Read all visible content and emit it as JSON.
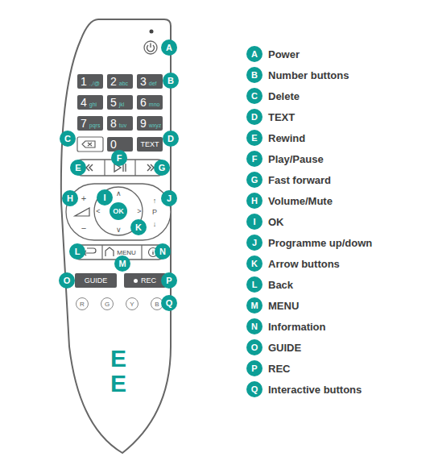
{
  "diagram": {
    "nodes": [
      {
        "text": [
          "1",
          ".,/@"
        ]
      },
      {
        "text": [
          "2",
          "abc"
        ]
      },
      {
        "text": [
          "3",
          "def"
        ]
      },
      {
        "text": [
          "4",
          "ghi"
        ]
      },
      {
        "text": [
          "5",
          "jkl"
        ]
      },
      {
        "text": [
          "6",
          "mno"
        ]
      },
      {
        "text": [
          "7",
          "pqrs"
        ]
      },
      {
        "text": [
          "8",
          "tuv"
        ]
      },
      {
        "text": [
          "9",
          "wxyz"
        ]
      },
      {
        "text": [
          "0"
        ]
      },
      {
        "text": [
          "TEXT"
        ]
      },
      {
        "text": [
          "OK"
        ]
      },
      {
        "text": [
          "MENU"
        ]
      },
      {
        "text": [
          "GUIDE"
        ]
      },
      {
        "text": [
          "REC"
        ]
      },
      {
        "text": [
          "R"
        ]
      },
      {
        "text": [
          "G"
        ]
      },
      {
        "text": [
          "Y"
        ]
      },
      {
        "text": [
          "B"
        ]
      },
      {
        "text": [
          "A"
        ]
      },
      {
        "text": [
          "B"
        ]
      },
      {
        "text": [
          "C"
        ]
      },
      {
        "text": [
          "D"
        ]
      },
      {
        "text": [
          "E"
        ]
      },
      {
        "text": [
          "F"
        ]
      },
      {
        "text": [
          "G"
        ]
      },
      {
        "text": [
          "H"
        ]
      },
      {
        "text": [
          "I"
        ]
      },
      {
        "text": [
          "J"
        ]
      },
      {
        "text": [
          "K"
        ]
      },
      {
        "text": [
          "L"
        ]
      },
      {
        "text": [
          "M"
        ]
      },
      {
        "text": [
          "N"
        ]
      },
      {
        "text": [
          "O"
        ]
      },
      {
        "text": [
          "P"
        ]
      },
      {
        "text": [
          "Q"
        ]
      },
      {
        "text": [
          "A",
          "Power"
        ]
      },
      {
        "text": [
          "B",
          "Number buttons"
        ]
      },
      {
        "text": [
          "C",
          "Delete"
        ]
      },
      {
        "text": [
          "D",
          "TEXT"
        ]
      },
      {
        "text": [
          "E",
          "Rewind"
        ]
      },
      {
        "text": [
          "F",
          "Play/Pause"
        ]
      },
      {
        "text": [
          "G",
          "Fast forward"
        ]
      },
      {
        "text": [
          "H",
          "Volume/Mute"
        ]
      },
      {
        "text": [
          "I",
          "OK"
        ]
      },
      {
        "text": [
          "J",
          "Programme up/down"
        ]
      },
      {
        "text": [
          "K",
          "Arrow buttons"
        ]
      },
      {
        "text": [
          "L",
          "Back"
        ]
      },
      {
        "text": [
          "M",
          "MENU"
        ]
      },
      {
        "text": [
          "N",
          "Information"
        ]
      },
      {
        "text": [
          "O",
          "GUIDE"
        ]
      },
      {
        "text": [
          "P",
          "REC"
        ]
      },
      {
        "text": [
          "Q",
          "Interactive buttons"
        ]
      }
    ],
    "labels": [
      "+",
      "−",
      "P",
      "↑",
      "↓",
      "∧",
      "∨",
      "<",
      ">",
      "E",
      "E"
    ]
  }
}
